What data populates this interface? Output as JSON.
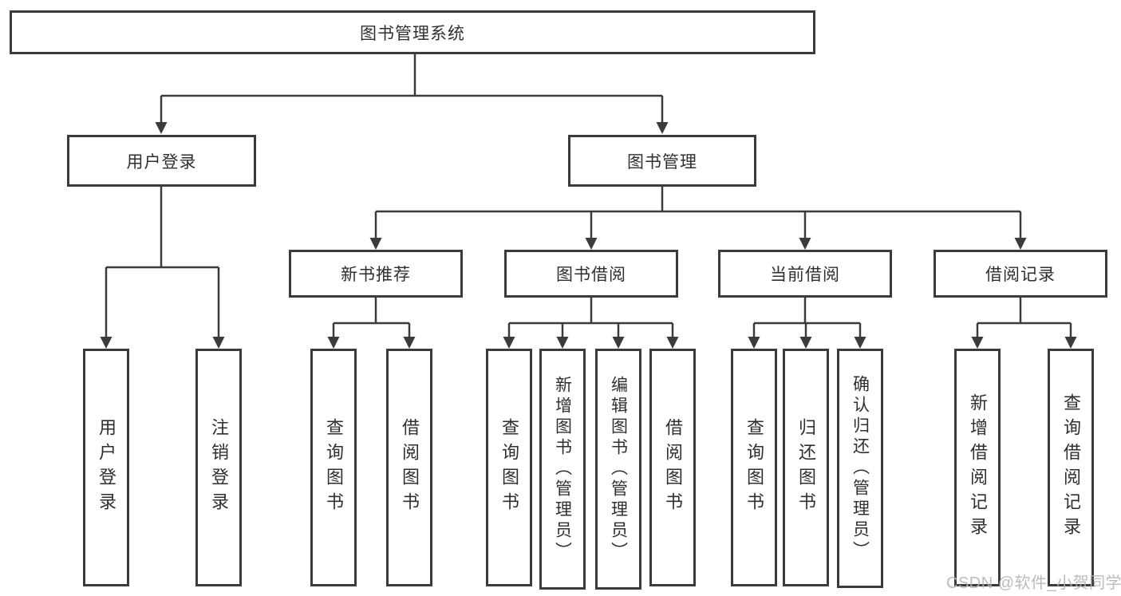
{
  "diagram_title": "图书管理系统",
  "tree": {
    "label": "图书管理系统",
    "children": [
      {
        "label": "用户登录",
        "children": [
          {
            "label": "用户登录"
          },
          {
            "label": "注销登录"
          }
        ]
      },
      {
        "label": "图书管理",
        "children": [
          {
            "label": "新书推荐",
            "children": [
              {
                "label": "查询图书"
              },
              {
                "label": "借阅图书"
              }
            ]
          },
          {
            "label": "图书借阅",
            "children": [
              {
                "label": "查询图书"
              },
              {
                "label": "新增图书（管理员）"
              },
              {
                "label": "编辑图书（管理员）"
              },
              {
                "label": "借阅图书"
              }
            ]
          },
          {
            "label": "当前借阅",
            "children": [
              {
                "label": "查询图书"
              },
              {
                "label": "归还图书"
              },
              {
                "label": "确认归还（管理员）"
              }
            ]
          },
          {
            "label": "借阅记录",
            "children": [
              {
                "label": "新增借阅记录"
              },
              {
                "label": "查询借阅记录"
              }
            ]
          }
        ]
      }
    ]
  },
  "watermark": {
    "text": "CSDN @软件_小贺同学"
  },
  "colors": {
    "line": "#3b3b3b",
    "box_border": "#3b3b3b",
    "text": "#2f2f2f",
    "background": "#ffffff",
    "watermark": "#b5b5b5"
  }
}
